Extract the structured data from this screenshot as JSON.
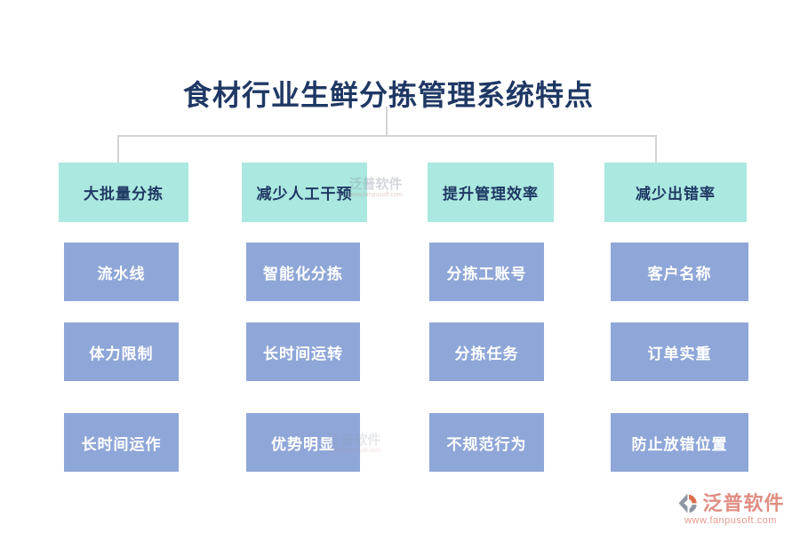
{
  "title": "食材行业生鲜分拣管理系统特点",
  "columns": [
    {
      "header": "大批量分拣",
      "items": [
        "流水线",
        "体力限制",
        "长时间运作"
      ]
    },
    {
      "header": "减少人工干预",
      "items": [
        "智能化分拣",
        "长时间运转",
        "优势明显"
      ]
    },
    {
      "header": "提升管理效率",
      "items": [
        "分拣工账号",
        "分拣任务",
        "不规范行为"
      ]
    },
    {
      "header": "减少出错率",
      "items": [
        "客户名称",
        "订单实重",
        "防止放错位置"
      ]
    }
  ],
  "watermark": {
    "brand": "泛普软件",
    "url": "www.fanpusoft.com"
  },
  "footer_logo": {
    "brand": "泛普软件",
    "url": "www.fanpusoft.com"
  },
  "colors": {
    "title_text": "#1F3864",
    "header_bg": "#ABE8DF",
    "header_text": "#1F3864",
    "item_bg": "#8FA7D8",
    "item_text": "#FFFFFF",
    "connector": "#D3D3D3",
    "logo_orange": "#DE6F4C",
    "logo_gray": "#8E96A2",
    "logo_text": "#E08D82"
  }
}
